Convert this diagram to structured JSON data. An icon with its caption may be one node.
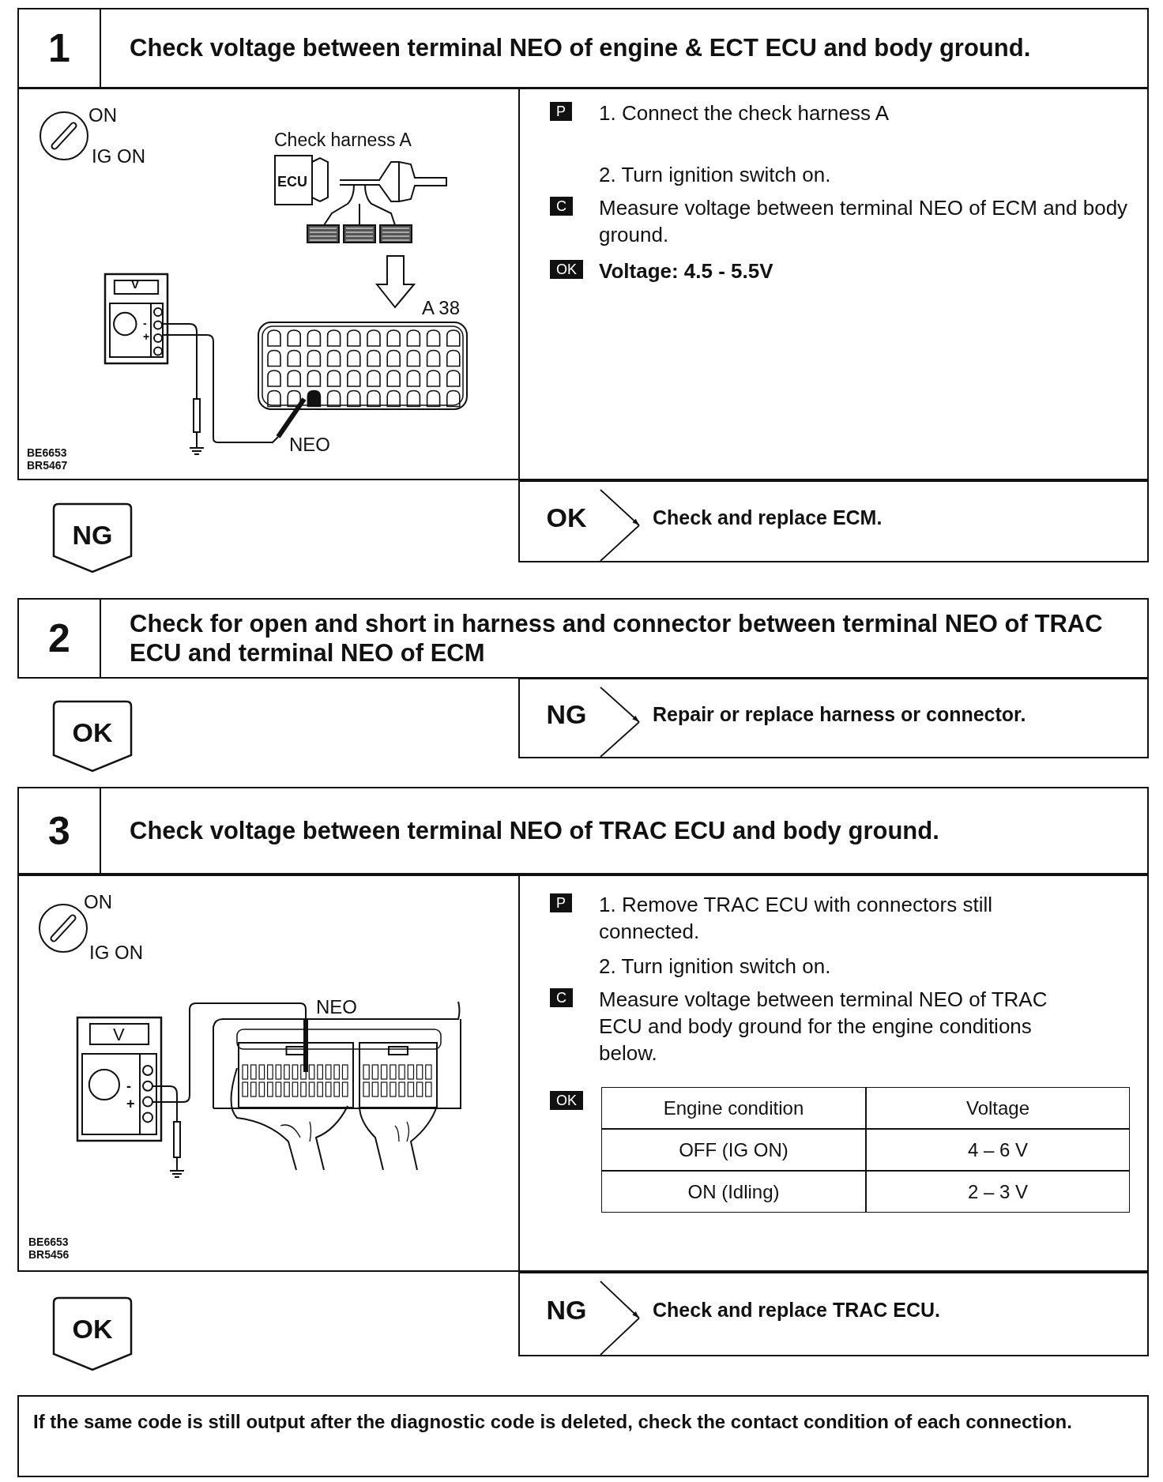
{
  "diagram": {
    "nodes": [
      {
        "text": [
          "1",
          "Check voltage between terminal NEO of engine & ECT ECU and body ground."
        ]
      },
      {
        "text": [
          "P",
          "1. Connect the check harness A",
          "2. Turn ignition switch on.",
          "C",
          "Measure voltage between terminal NEO of ECM and body ground.",
          "OK",
          "Voltage: 4.5 - 5.5V"
        ]
      },
      {
        "text": [
          "NG"
        ]
      },
      {
        "text": [],
        "shape": "box"
      },
      {
        "text": [
          "OK"
        ],
        "in": 3
      },
      {
        "text": [
          "Check and replace ECM."
        ],
        "in": 3
      },
      {
        "text": [
          "2",
          "Check for open and short in harness and connector between terminal NEO of TRAC ECU and terminal NEO of ECM"
        ]
      },
      {
        "text": [
          "OK"
        ]
      },
      {
        "text": [],
        "shape": "box"
      },
      {
        "text": [
          "NG"
        ],
        "in": 8
      },
      {
        "text": [
          "Repair or replace harness or connector."
        ],
        "in": 8
      },
      {
        "text": [
          "3",
          "Check voltage between terminal NEO of TRAC ECU and body ground."
        ]
      },
      {
        "text": [
          "P",
          "1. Remove TRAC ECU with connectors still connected.",
          "2. Turn ignition switch on.",
          "C",
          "Measure voltage between terminal NEO of TRAC ECU and body ground for the engine conditions below.",
          "OK"
        ]
      },
      {
        "text": [
          "OK"
        ]
      },
      {
        "text": [],
        "shape": "box"
      },
      {
        "text": [
          "NG"
        ],
        "in": 14
      },
      {
        "text": [
          "Check and replace TRAC ECU."
        ],
        "in": 14
      },
      {
        "text": [
          "If the same code is still output after the diagnostic code is deleted, check the contact condition of each connection."
        ]
      }
    ],
    "edges": [
      {
        "from": 4,
        "to": 5,
        "arrow": "to"
      },
      {
        "from": 9,
        "to": 10,
        "arrow": "to"
      },
      {
        "from": 15,
        "to": 16,
        "arrow": "to"
      }
    ],
    "labels": [
      "ON",
      "IG ON",
      "Check harness A",
      "ECU",
      "V",
      "-",
      "+",
      "A 38",
      "NEO",
      "BE6653",
      "BR5467",
      "ON",
      "IG ON",
      "NEO",
      "V",
      "-",
      "+",
      "BE6653",
      "BR5456",
      "Engine condition",
      "Voltage",
      "OFF (IG ON)",
      "4 – 6 V",
      "ON (Idling)",
      "2 – 3 V"
    ]
  }
}
